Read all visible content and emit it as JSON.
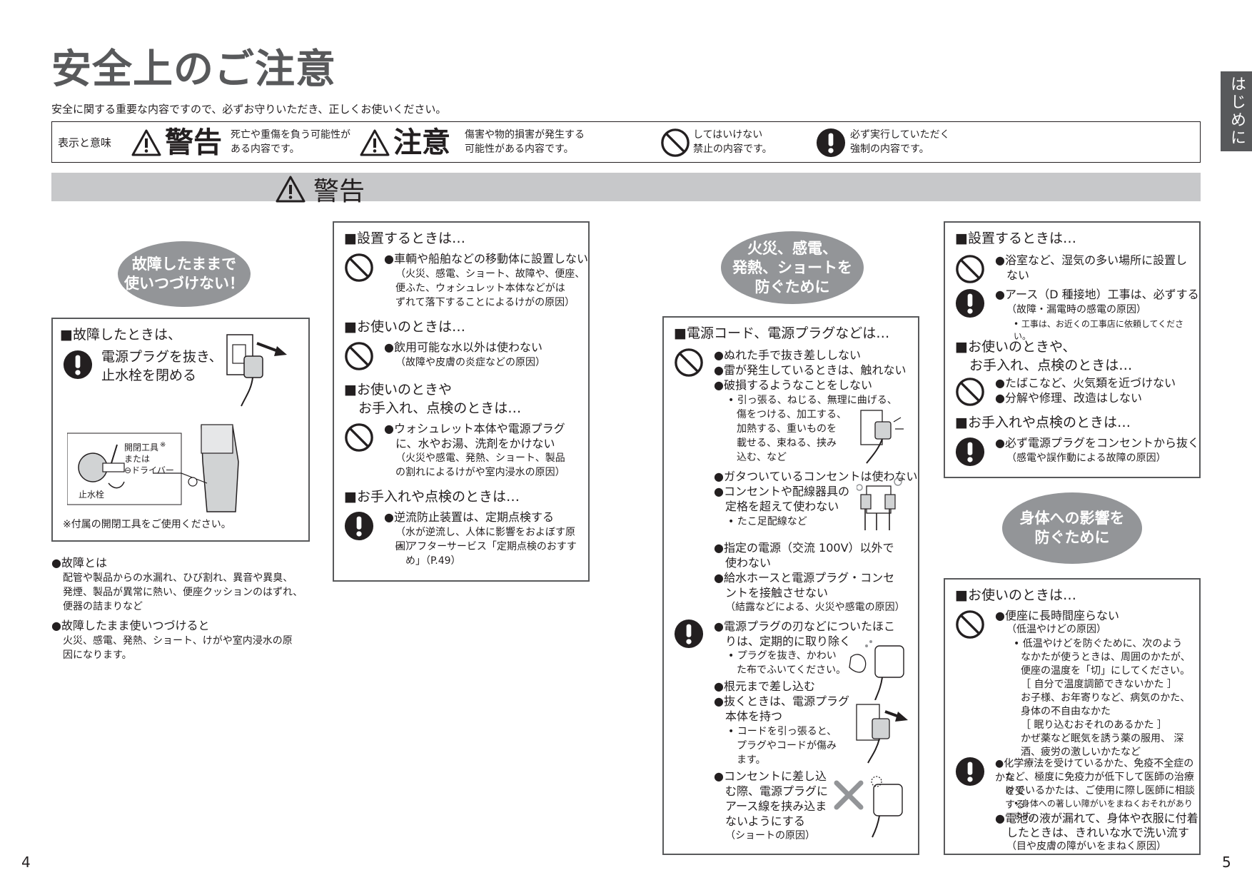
{
  "page": {
    "title": "安全上のご注意",
    "subtitle": "安全に関する重要な内容ですので、必ずお守りいただき、正しくお使いください。",
    "side_tab": "はじめに",
    "page_left": "4",
    "page_right": "5"
  },
  "legend": {
    "label": "表示と意味",
    "warning_word": "警告",
    "warning_desc": [
      "死亡や重傷を負う可能性が",
      "ある内容です。"
    ],
    "caution_word": "注意",
    "caution_desc": [
      "傷害や物的損害が発生する",
      "可能性がある内容です。"
    ],
    "prohibit_desc": [
      "してはいけない",
      "禁止の内容です。"
    ],
    "mandatory_desc": [
      "必ず実行していただく",
      "強制の内容です。"
    ]
  },
  "band": {
    "title": "警告"
  },
  "col1": {
    "oval": [
      "故障したままで",
      "使いつづけない！"
    ],
    "box_heading": "■故障したときは、",
    "instruction": [
      "電源プラグを抜き、",
      "止水栓を閉める"
    ],
    "fig_labels": [
      "開閉工具",
      "※",
      "または",
      "⊖ドライバー",
      "止水栓"
    ],
    "note": "※付属の開閉工具をご使用ください。",
    "def1_title": "●故障とは",
    "def1_body": [
      "配管や製品からの水漏れ、ひび割れ、異音や異臭、",
      "発煙、製品が異常に熱い、便座クッションのはずれ、",
      "便器の詰まりなど"
    ],
    "def2_title": "●故障したまま使いつづけると",
    "def2_body": [
      "火災、感電、発熱、ショート、けがや室内浸水の原",
      "因になります。"
    ]
  },
  "col2": {
    "h1": "■設置するときは…",
    "i1": "●車輌や船舶などの移動体に設置しない",
    "i1_note": [
      "（火災、感電、ショート、故障や、便座、",
      "便ふた、ウォシュレット本体などがは",
      "ずれて落下することによるけがの原因）"
    ],
    "h2": "■お使いのときは…",
    "i2": "●飲用可能な水以外は使わない",
    "i2_note": "（故障や皮膚の炎症などの原因）",
    "h3": [
      "■お使いのときや",
      "お手入れ、点検のときは…"
    ],
    "i3": [
      "●ウォシュレット本体や電源プラグ",
      "に、水やお湯、洗剤をかけない"
    ],
    "i3_note": [
      "（火災や感電、発熱、ショート、製品",
      "の割れによるけがや室内浸水の原因）"
    ],
    "h4": "■お手入れや点検のときは…",
    "i4": "●逆流防止装置は、定期点検する",
    "i4_note": [
      "（水が逆流し、人体に影響をおよぼす原因）",
      "⇨ アフターサービス「定期点検のおすす",
      "め」（P.49）"
    ]
  },
  "col3": {
    "oval": [
      "火災、感電、",
      "発熱、ショートを",
      "防ぐために"
    ],
    "heading": "■電源コード、電源プラグなどは…",
    "a": [
      "●ぬれた手で抜き差ししない",
      "●雷が発生しているときは、触れない",
      "●破損するようなことをしない"
    ],
    "a_note": [
      "• 引っ張る、ねじる、無理に曲げる、",
      "傷をつける、加工する、",
      "加熱する、重いものを",
      "載せる、束ねる、挟み",
      "込む、など"
    ],
    "b": [
      "●ガタついているコンセントは使わない",
      "●コンセントや配線器具の",
      "定格を超えて使わない"
    ],
    "b_note": "• たこ足配線など",
    "c": [
      "●指定の電源（交流 100V）以外で",
      "使わない",
      "●給水ホースと電源プラグ・コンセ",
      "ントを接触させない"
    ],
    "c_note": "（結露などによる、火災や感電の原因）",
    "d": [
      "●電源プラグの刃などについたほこ",
      "りは、定期的に取り除く"
    ],
    "d_note": [
      "• プラグを抜き、かわい",
      "た布でふいてください。"
    ],
    "e": [
      "●根元まで差し込む",
      "●抜くときは、電源プラグ",
      "本体を持つ"
    ],
    "e_note": [
      "• コードを引っ張ると、",
      "プラグやコードが傷み",
      "ます。"
    ],
    "f": [
      "●コンセントに差し込",
      "む際、電源プラグに",
      "アース線を挟み込ま",
      "ないようにする"
    ],
    "f_note": "（ショートの原因）"
  },
  "col4": {
    "h1": "■設置するときは…",
    "i1": [
      "●浴室など、湿気の多い場所に設置し",
      "ない"
    ],
    "i2": "●アース（D 種接地）工事は、必ずする",
    "i2_note": "（故障・漏電時の感電の原因）",
    "i2_sub": "• 工事は、お近くの工事店に依頼してください。",
    "h2": [
      "■お使いのときや、",
      "お手入れ、点検のときは…"
    ],
    "i3": [
      "●たばこなど、火気類を近づけない",
      "●分解や修理、改造はしない"
    ],
    "h3": "■お手入れや点検のときは…",
    "i4": "●必ず電源プラグをコンセントから抜く",
    "i4_note": "（感電や誤作動による故障の原因）",
    "oval": [
      "身体への影響を",
      "防ぐために"
    ],
    "h4": "■お使いのときは…",
    "i5": "●便座に長時間座らない",
    "i5_note": [
      "（低温やけどの原因）",
      "• 低温やけどを防ぐために、次のよう",
      "なかたが使うときは、周囲のかたが、",
      "便座の温度を「切」にしてください。",
      "［ 自分で温度調節できないかた ］",
      "お子様、お年寄りなど、病気のかた、",
      "身体の不自由なかた",
      "［ 眠り込むおそれのあるかた ］",
      "かぜ薬など眠気を誘う薬の服用、 深",
      "酒、疲労の激しいかたなど"
    ],
    "i6": [
      "●化学療法を受けているかた、免疫不全症のかた",
      "など、極度に免疫力が低下して医師の治療を受",
      "けているかたは、ご使用に際し医師に相談する"
    ],
    "i6_sub": "• 身体への著しい障がいをまねくおそれがあります。",
    "i7": [
      "●電池の液が漏れて、身体や衣服に付着",
      "したときは、きれいな水で洗い流す"
    ],
    "i7_note": "（目や皮膚の障がいをまねく原因）"
  }
}
